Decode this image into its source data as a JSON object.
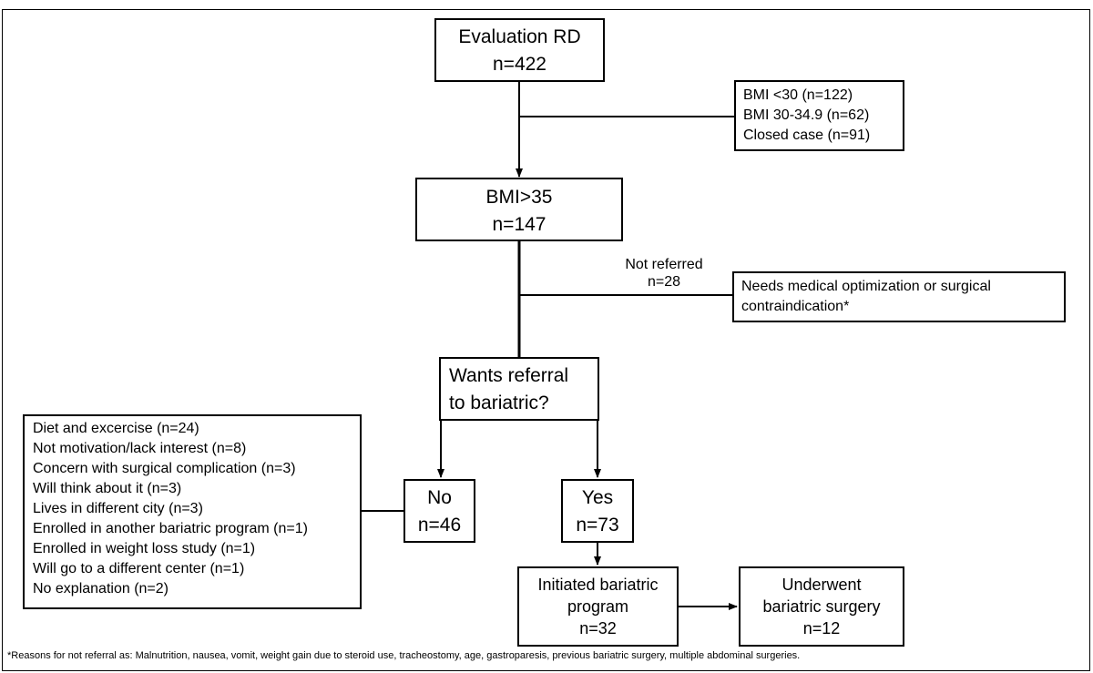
{
  "eval": {
    "line1": "Evaluation RD",
    "line2": "n=422"
  },
  "excluded": {
    "items": [
      "BMI <30 (n=122)",
      "BMI 30-34.9 (n=62)",
      "Closed case (n=91)"
    ]
  },
  "bmi": {
    "line1": "BMI>35",
    "line2": "n=147"
  },
  "not_referred": {
    "line1": "Not referred",
    "line2": "n=28"
  },
  "medical": {
    "text": "Needs medical optimization or surgical contraindication*"
  },
  "question": {
    "line1": "Wants referral",
    "line2": "to bariatric?"
  },
  "no_box": {
    "line1": "No",
    "line2": "n=46"
  },
  "yes_box": {
    "line1": "Yes",
    "line2": "n=73"
  },
  "reasons": {
    "items": [
      "Diet and excercise (n=24)",
      "Not motivation/lack interest (n=8)",
      "Concern with surgical complication (n=3)",
      "Will think about it (n=3)",
      "Lives in different city (n=3)",
      "Enrolled in another bariatric program (n=1)",
      "Enrolled in weight loss study (n=1)",
      "Will go to a different center (n=1)",
      "No explanation (n=2)"
    ]
  },
  "initiated": {
    "line1": "Initiated bariatric",
    "line2": "program",
    "line3": "n=32"
  },
  "surgery": {
    "line1": "Underwent",
    "line2": "bariatric surgery",
    "line3": "n=12"
  },
  "footnote": "*Reasons for not referral as: Malnutrition, nausea, vomit, weight gain due to steroid use, tracheostomy, age, gastroparesis, previous bariatric surgery, multiple abdominal surgeries."
}
